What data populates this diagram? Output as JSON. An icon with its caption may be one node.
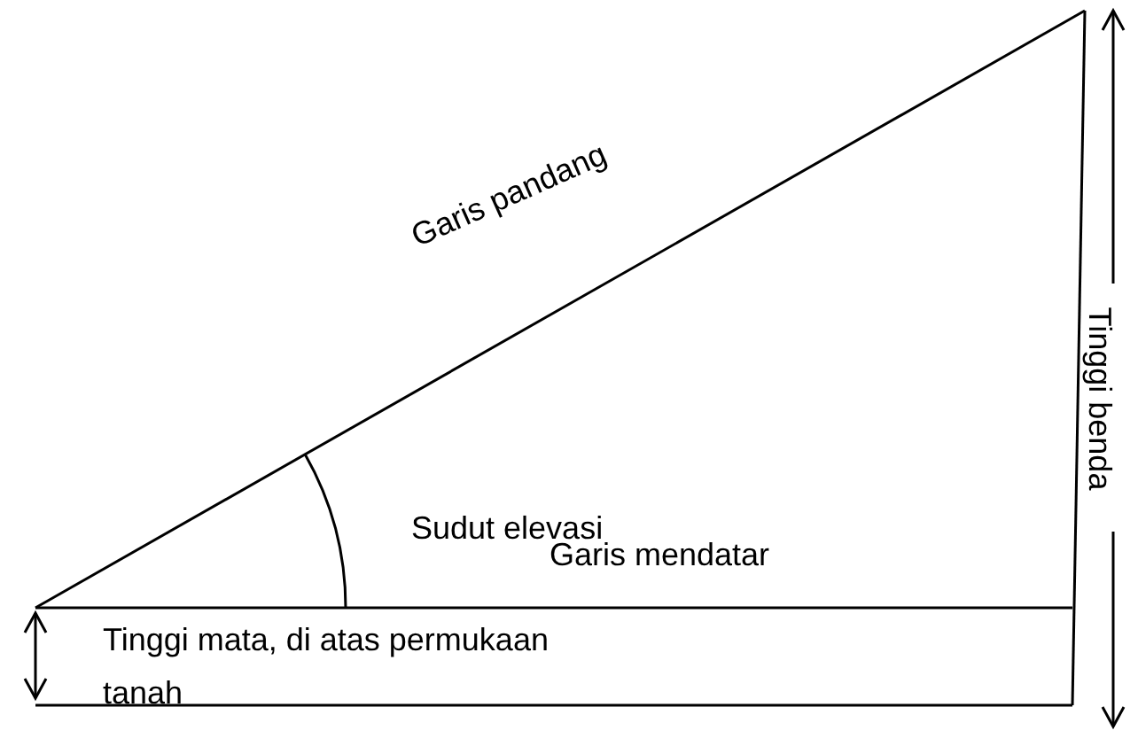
{
  "diagram": {
    "labels": [
      "Garis pandang",
      "Sudut elevasi",
      "Garis mendatar",
      "Tinggi mata, di atas permukaan tanah",
      "Tinggi benda"
    ]
  }
}
